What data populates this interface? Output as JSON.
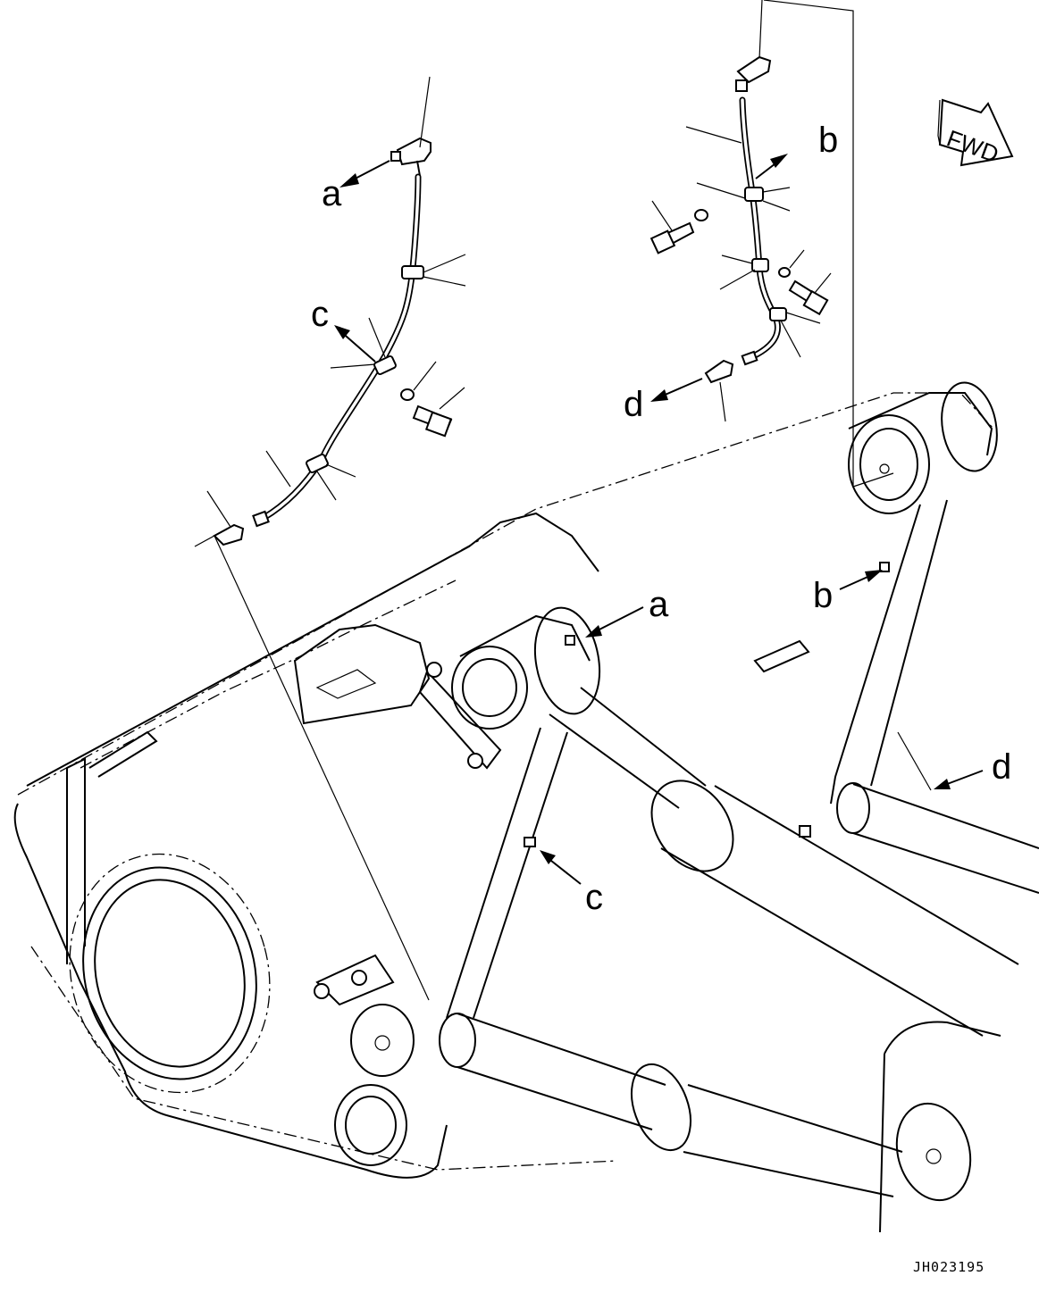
{
  "callouts": {
    "a_upper": "a",
    "b_upper": "b",
    "c_upper": "c",
    "d_upper": "d",
    "a_lower": "a",
    "b_lower": "b",
    "c_lower": "c",
    "d_lower": "d"
  },
  "fwd_label": "FWD",
  "drawing_code": "JH023195"
}
